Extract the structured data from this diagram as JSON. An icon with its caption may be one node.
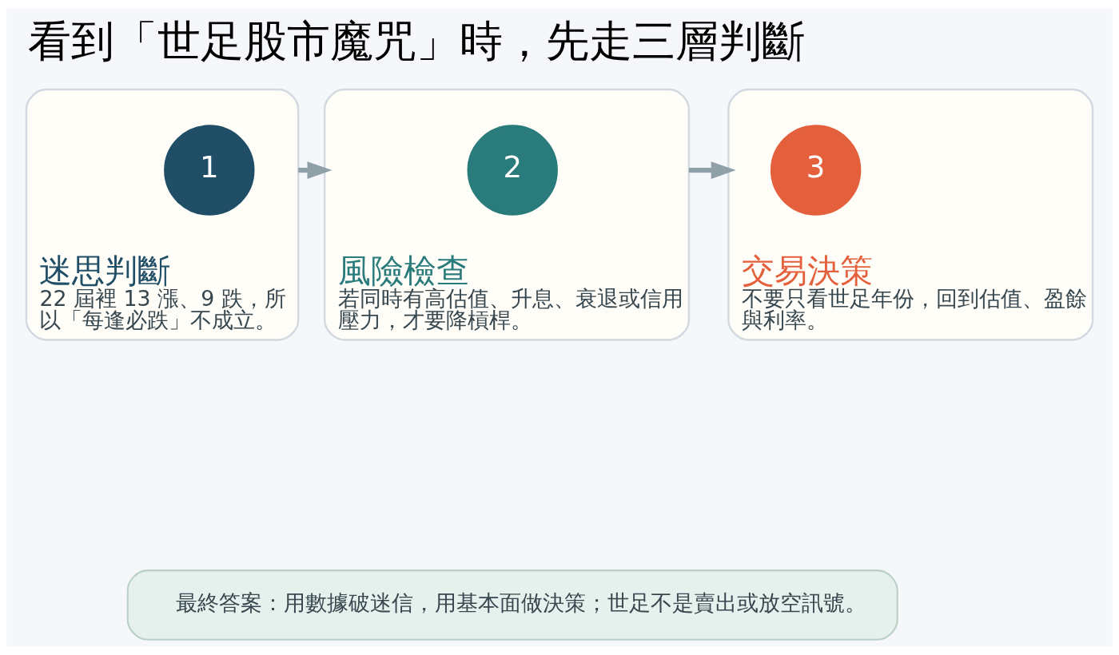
{
  "diagram": {
    "title": "看到「世足股市魔咒」時，先走三層判斷",
    "nodes": [
      {
        "text": [
          "迷思判斷",
          "22 屆裡 13 漲、9 跌，所以「每逢必跌」不成立。"
        ]
      },
      {
        "text": [
          "1"
        ],
        "in": 0
      },
      {
        "text": [
          "風險檢查",
          "若同時有高估值、升息、衰退或信用壓力，才要降槓桿。"
        ]
      },
      {
        "text": [
          "2"
        ],
        "in": 2
      },
      {
        "text": [
          "交易決策",
          "不要只看世足年份，回到估值、盈餘與利率。"
        ]
      },
      {
        "text": [
          "3"
        ],
        "in": 4
      },
      {
        "text": [
          "最終答案：用數據破迷信，用基本面做決策；世足不是賣出或放空訊號。"
        ]
      }
    ],
    "edges": [
      {
        "from": 0,
        "to": 2,
        "arrow": "to"
      },
      {
        "from": 2,
        "to": 4,
        "arrow": "to"
      }
    ]
  }
}
